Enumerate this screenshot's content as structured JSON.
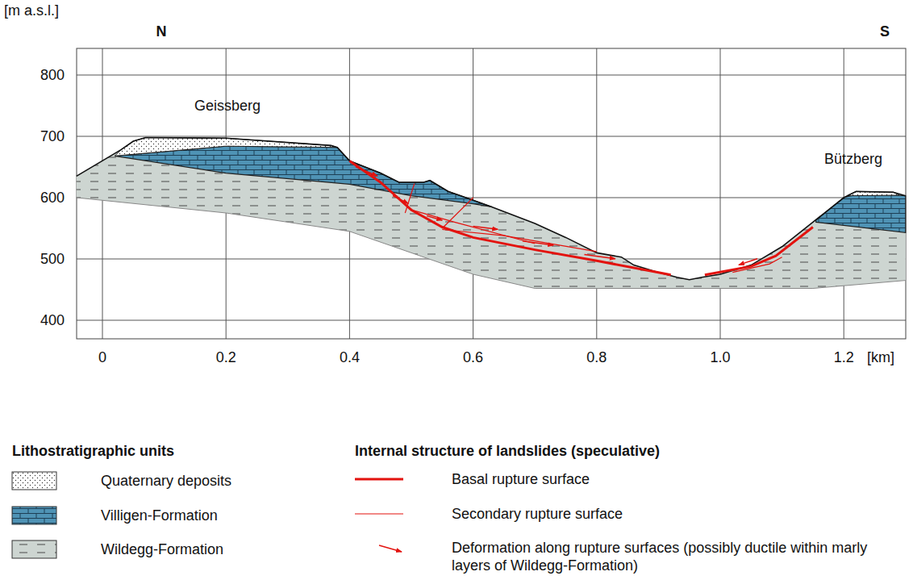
{
  "diagram": {
    "labels": [
      "[m a.s.l.]",
      "N",
      "S",
      "800",
      "700",
      "600",
      "500",
      "400",
      "0",
      "0.2",
      "0.4",
      "0.6",
      "0.8",
      "1.0",
      "1.2",
      "[km]",
      "Geissberg",
      "Bützberg",
      "Lithostratigraphic units",
      "Internal structure of landslides (speculative)"
    ],
    "legend": [
      {
        "text": "Quaternary deposits"
      },
      {
        "text": "Villigen-Formation"
      },
      {
        "text": "Wildegg-Formation"
      },
      {
        "text": "Basal rupture surface"
      },
      {
        "text": "Secondary rupture surface"
      },
      {
        "text": "Deformation along rupture surfaces (possibly ductile within marly layers of Wildegg-Formation)"
      }
    ]
  }
}
